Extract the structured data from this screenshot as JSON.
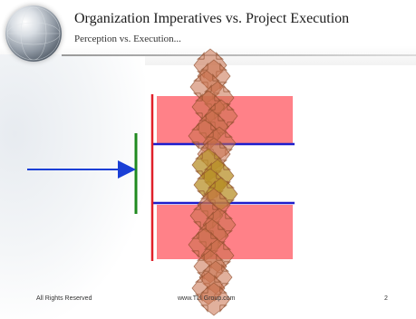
{
  "slide": {
    "title": "Organization Imperatives vs. Project Execution",
    "subtitle": "Perception vs. Execution..."
  },
  "footer": {
    "rights": "All Rights Reserved",
    "website": "www.TLI Group.com",
    "page_number": "2"
  },
  "colors": {
    "band": "#ff6b73",
    "band_edge": "#d94a52",
    "divider": "#1d1dcc",
    "incoming_arrow": "#1a3fd6",
    "green_bar": "#1f8a1f",
    "red_bar": "#e0202a",
    "arrow_fill": "#c8704a",
    "arrow_stroke": "#8a4a2a",
    "arrow_gold": "#b8902a"
  },
  "icons": [
    "globe-icon",
    "incoming-arrow-icon",
    "cross-arrow-icon"
  ]
}
